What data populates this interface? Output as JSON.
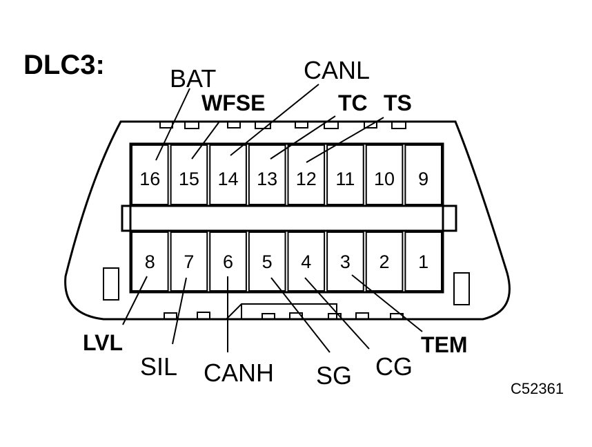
{
  "diagram": {
    "title": "DLC3:",
    "figure_code": "C52361",
    "top_row_pins": [
      "16",
      "15",
      "14",
      "13",
      "12",
      "11",
      "10",
      "9"
    ],
    "bottom_row_pins": [
      "8",
      "7",
      "6",
      "5",
      "4",
      "3",
      "2",
      "1"
    ],
    "callouts": {
      "bat": "BAT",
      "wfse": "WFSE",
      "canl": "CANL",
      "tc": "TC",
      "ts": "TS",
      "lvl": "LVL",
      "sil": "SIL",
      "canh": "CANH",
      "sg": "SG",
      "cg": "CG",
      "tem": "TEM"
    },
    "colors": {
      "line": "#000000",
      "background": "#ffffff"
    }
  }
}
